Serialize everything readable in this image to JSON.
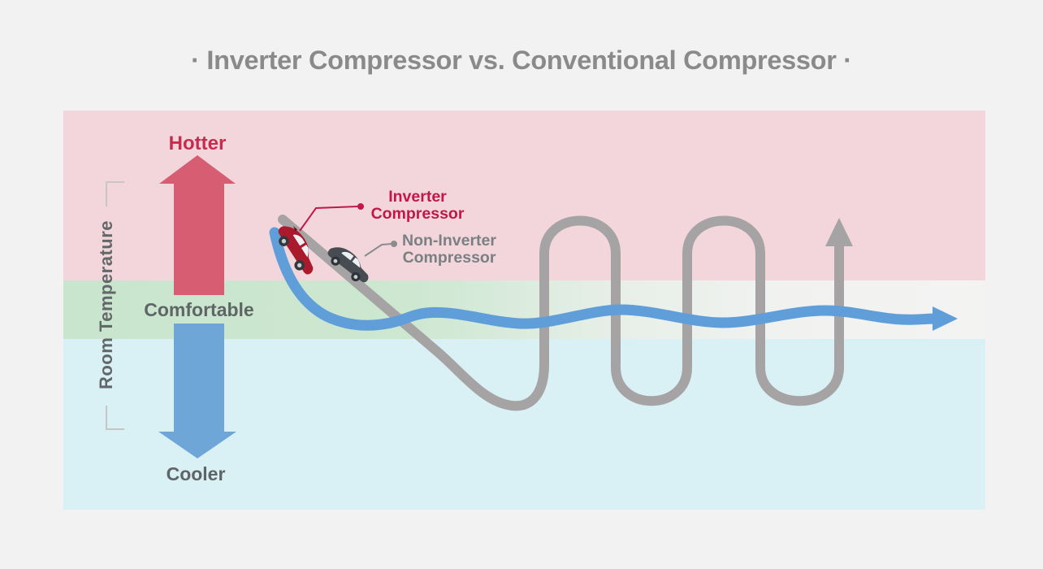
{
  "title": "· Inverter Compressor vs. Conventional Compressor ·",
  "y_axis": {
    "label": "Room Temperature",
    "zone_labels": {
      "hot": "Hotter",
      "comfort": "Comfortable",
      "cool": "Cooler"
    }
  },
  "series": {
    "inverter": {
      "label_line1": "Inverter",
      "label_line2": "Compressor"
    },
    "non_inverter": {
      "label_line1": "Non-Inverter",
      "label_line2": "Compressor"
    }
  },
  "colors": {
    "page_bg": "#f3f2f2",
    "hot_band": "#f2d6dc",
    "comfort_band": "#c9e5cd",
    "cool_band": "#d9f0f4",
    "hot_arrow": "#d75d73",
    "cool_arrow": "#6ea6d8",
    "inverter_line": "#5f9ed8",
    "non_inverter_line": "#a5a3a4",
    "hot_text": "#c62c4e",
    "inverter_text": "#c0184a",
    "non_inverter_text": "#7b8083",
    "neutral_text": "#5f6566",
    "title_text": "#8a8a8a"
  }
}
